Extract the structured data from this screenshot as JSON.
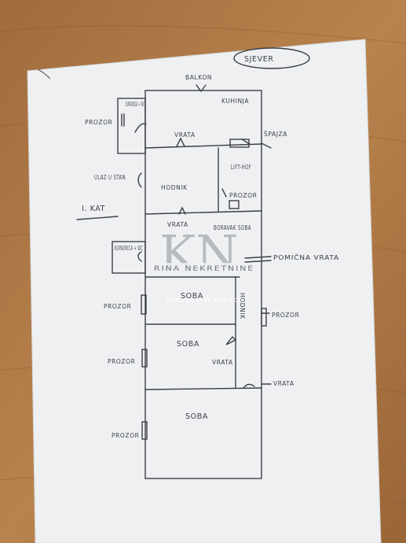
{
  "labels": {
    "north": "SJEVER",
    "balkon": "BALKON",
    "kuhinja": "KUHINJA",
    "kupaonica_wc_top": "KUPAONICA + WC",
    "prozor_1": "PROZOR",
    "vrata_1": "VRATA",
    "spajza": "ŠPAJZA",
    "ulaz_u_stan": "ULAZ U STAN",
    "hodnik": "HODNIK",
    "lift_hof": "LIFT-HOF",
    "prozor_2": "PROZOR",
    "i_kat": "I. KAT",
    "vrata_2": "VRATA",
    "boravak_soba": "BORAVAK SOBA",
    "kupaonica_wc_mid": "KUPAONICA + WC",
    "pomicna_vrata": "POMIČNA VRATA",
    "prozor_3": "PROZOR",
    "soba_1": "SOBA",
    "hodnik_vertical": "HODNIK",
    "prozor_4": "PROZOR",
    "soba_2": "SOBA",
    "prozor_5": "PROZOR",
    "vrata_3": "VRATA",
    "vrata_4": "VRATA",
    "soba_3": "SOBA",
    "prozor_6": "PROZOR"
  },
  "watermark": {
    "letters": "KN",
    "name": "RINA NEKRETNINE",
    "subtitle": "REAL ESTATE AGENCY"
  },
  "colors": {
    "table": "#b07a45",
    "paper": "#eef0f2",
    "pencil": "#3c3f48"
  }
}
